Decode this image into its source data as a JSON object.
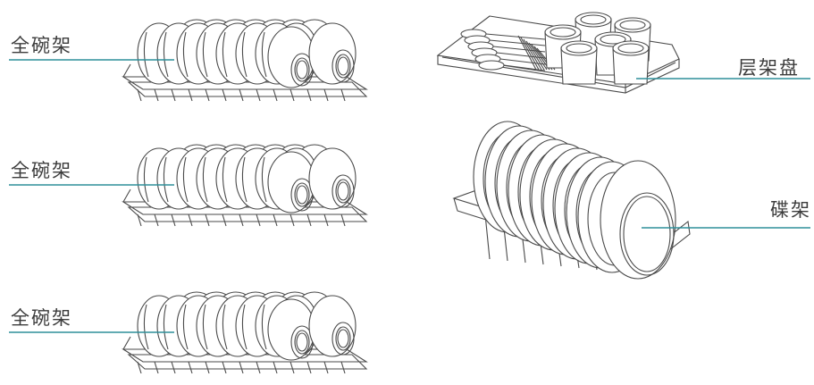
{
  "labels": {
    "rack1": "全碗架",
    "rack2": "全碗架",
    "rack3": "全碗架",
    "tray": "层架盘",
    "plate_rack": "碟架"
  },
  "colors": {
    "leader_line": "#2e8f9a",
    "line_art": "#4a4a4a",
    "label_text": "#3c3c3c"
  }
}
